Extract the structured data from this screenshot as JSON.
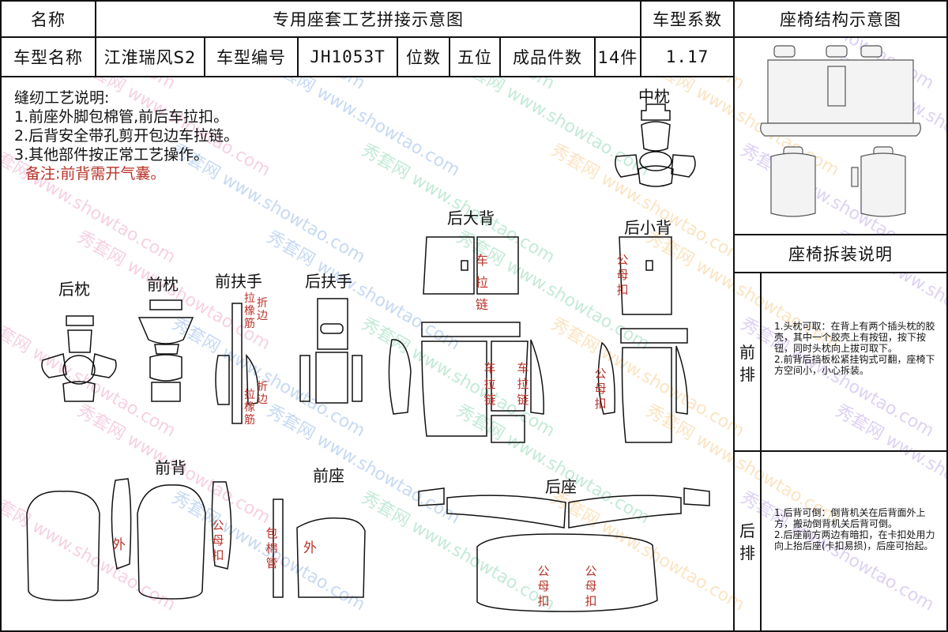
{
  "header": {
    "name_label": "名称",
    "title": "专用座套工艺拼接示意图",
    "coef_label": "车型系数",
    "struct_title": "座椅结构示意图",
    "row2": {
      "model_name_label": "车型名称",
      "model_name": "江淮瑞风S2",
      "model_code_label": "车型编号",
      "model_code": "JH1053T",
      "seats_label": "位数",
      "seats": "五位",
      "pieces_label": "成品件数",
      "pieces": "14件",
      "coef": "1.17"
    }
  },
  "notes": {
    "title": "缝纫工艺说明:",
    "items": [
      "1.前座外脚包棉管,前后车拉扣。",
      "2.后背安全带孔剪开包边车拉链。",
      "3.其他部件按正常工艺操作。"
    ],
    "remark": "备注:前背需开气囊。"
  },
  "labels": {
    "center_pillow": "中枕",
    "rear_big_back": "后大背",
    "rear_small_back": "后小背",
    "rear_pillow": "后枕",
    "front_pillow": "前枕",
    "front_armrest": "前扶手",
    "rear_armrest": "后扶手",
    "front_back": "前背",
    "front_seat": "前座",
    "rear_seat": "后座"
  },
  "annotations": {
    "zip_rubber": "拉橡筋",
    "fold_edge": "折边",
    "car_zip": "车拉链",
    "male_female_buckle": "公母扣",
    "outer": "外",
    "cotton_tube": "包棉管"
  },
  "side": {
    "disassembly_title": "座椅拆装说明",
    "front_row_label": "前排",
    "front_row_text": "1.头枕可取：在背上有两个插头枕的胶壳，其中一个胶壳上有按钮，按下按钮，同时头枕向上拔可取下。\n2.前背后挡板松紧挂钩式可翻，座椅下方空间小，小心拆装。",
    "rear_row_label": "后排",
    "rear_row_text": "1.后背可倒：倒背机关在后背面外上方，搬动倒背机关后背可倒。\n2.后座前方两边有暗扣，在卡扣处用力向上抬后座(卡扣易损)，后座可抬起。"
  },
  "watermark": {
    "text": "秀套网 www.showtao.com",
    "colors": [
      "#e05a9c",
      "#3a7bd5",
      "#2bb673",
      "#f2a02b",
      "#8a5cd6"
    ]
  }
}
